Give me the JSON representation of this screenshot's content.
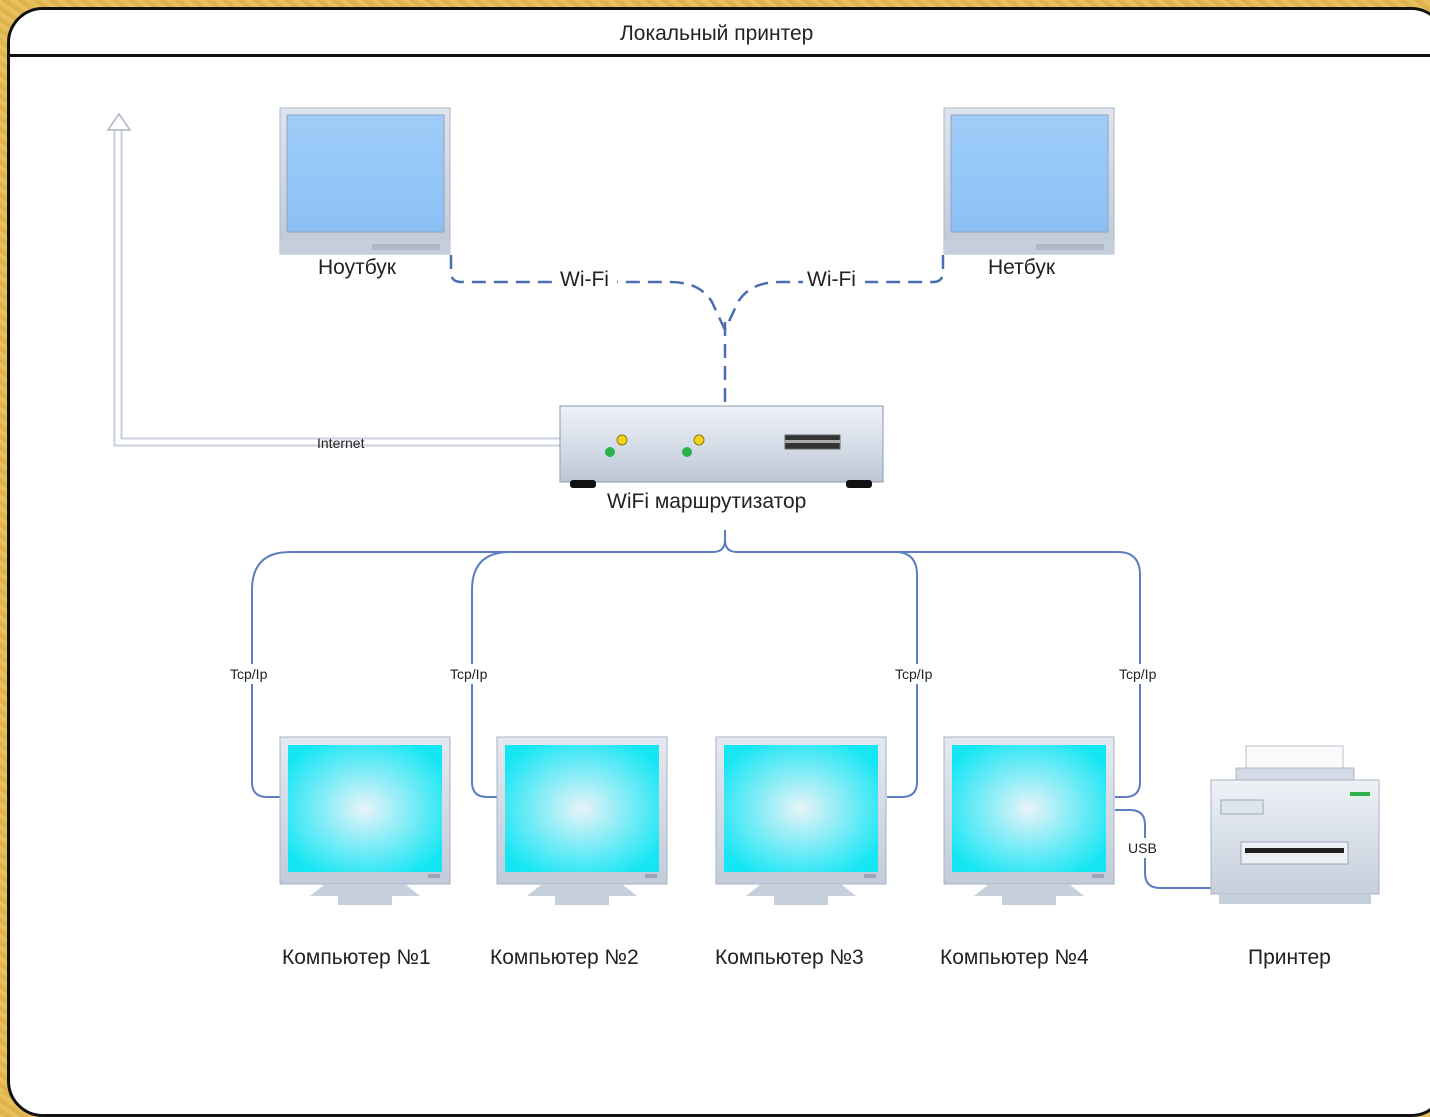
{
  "title": "Локальный принтер",
  "devices": {
    "laptop": "Ноутбук",
    "netbook": "Нетбук",
    "router": "WiFi маршрутизатор",
    "pc1": "Компьютер №1",
    "pc2": "Компьютер №2",
    "pc3": "Компьютер №3",
    "pc4": "Компьютер №4",
    "printer": "Принтер"
  },
  "links": {
    "wifi_left": "Wi-Fi",
    "wifi_right": "Wi-Fi",
    "internet": "Internet",
    "tcp1": "Tcp/Ip",
    "tcp2": "Tcp/Ip",
    "tcp3": "Tcp/Ip",
    "tcp4": "Tcp/Ip",
    "usb": "USB"
  }
}
